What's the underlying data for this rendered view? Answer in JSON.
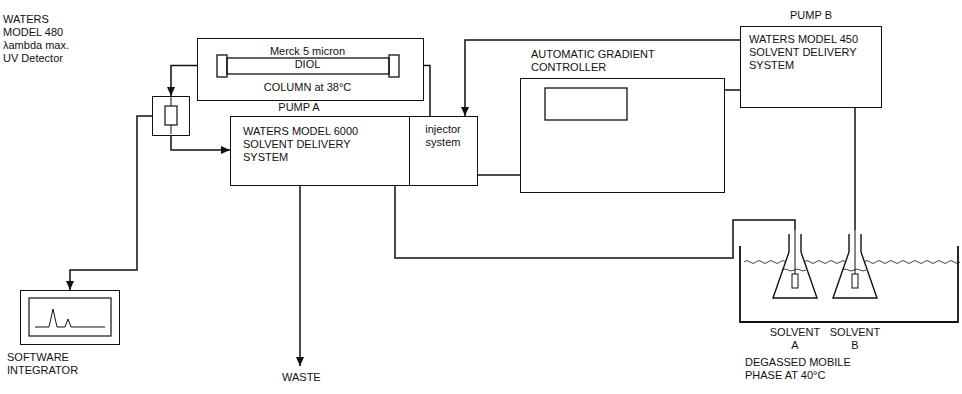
{
  "diagram": {
    "nodes": [
      {
        "text": [
          "WATERS MODEL 480 λambda max. UV Detector"
        ]
      },
      {
        "text": [
          "COLUMN at 38°C"
        ]
      },
      {
        "text": [
          "Merck 5 micron DIOL"
        ],
        "in": 1
      },
      {
        "text": [
          "PUMP A",
          "WATERS MODEL 6000 SOLVENT DELIVERY SYSTEM"
        ]
      },
      {
        "text": [
          "injector system"
        ]
      },
      {
        "text": [
          "AUTOMATIC GRADIENT CONTROLLER"
        ]
      },
      {
        "text": [
          "PUMP B",
          "WATERS MODEL 450 SOLVENT DELIVERY SYSTEM"
        ]
      },
      {
        "text": [
          "SOFTWARE INTEGRATOR"
        ]
      },
      {
        "text": [
          "SOLVENT A"
        ]
      },
      {
        "text": [
          "SOLVENT B"
        ]
      }
    ],
    "edges": [
      {
        "from": 2,
        "to": 0,
        "arrow": "to"
      },
      {
        "from": 0,
        "to": 7,
        "arrow": "to"
      },
      {
        "from": 0,
        "to": 3,
        "arrow": "to"
      },
      {
        "from": 4,
        "to": 2,
        "arrow": "to"
      },
      {
        "from": 6,
        "to": 4,
        "arrow": "to"
      },
      {
        "from": 5,
        "to": 4,
        "arrow": "none"
      },
      {
        "from": 5,
        "to": 6,
        "arrow": "none"
      },
      {
        "from": 8,
        "to": 3,
        "arrow": "none"
      },
      {
        "from": 9,
        "to": 6,
        "arrow": "none"
      }
    ],
    "labels": [
      "WASTE",
      "DEGASSED MOBILE PHASE AT 40°C"
    ]
  }
}
